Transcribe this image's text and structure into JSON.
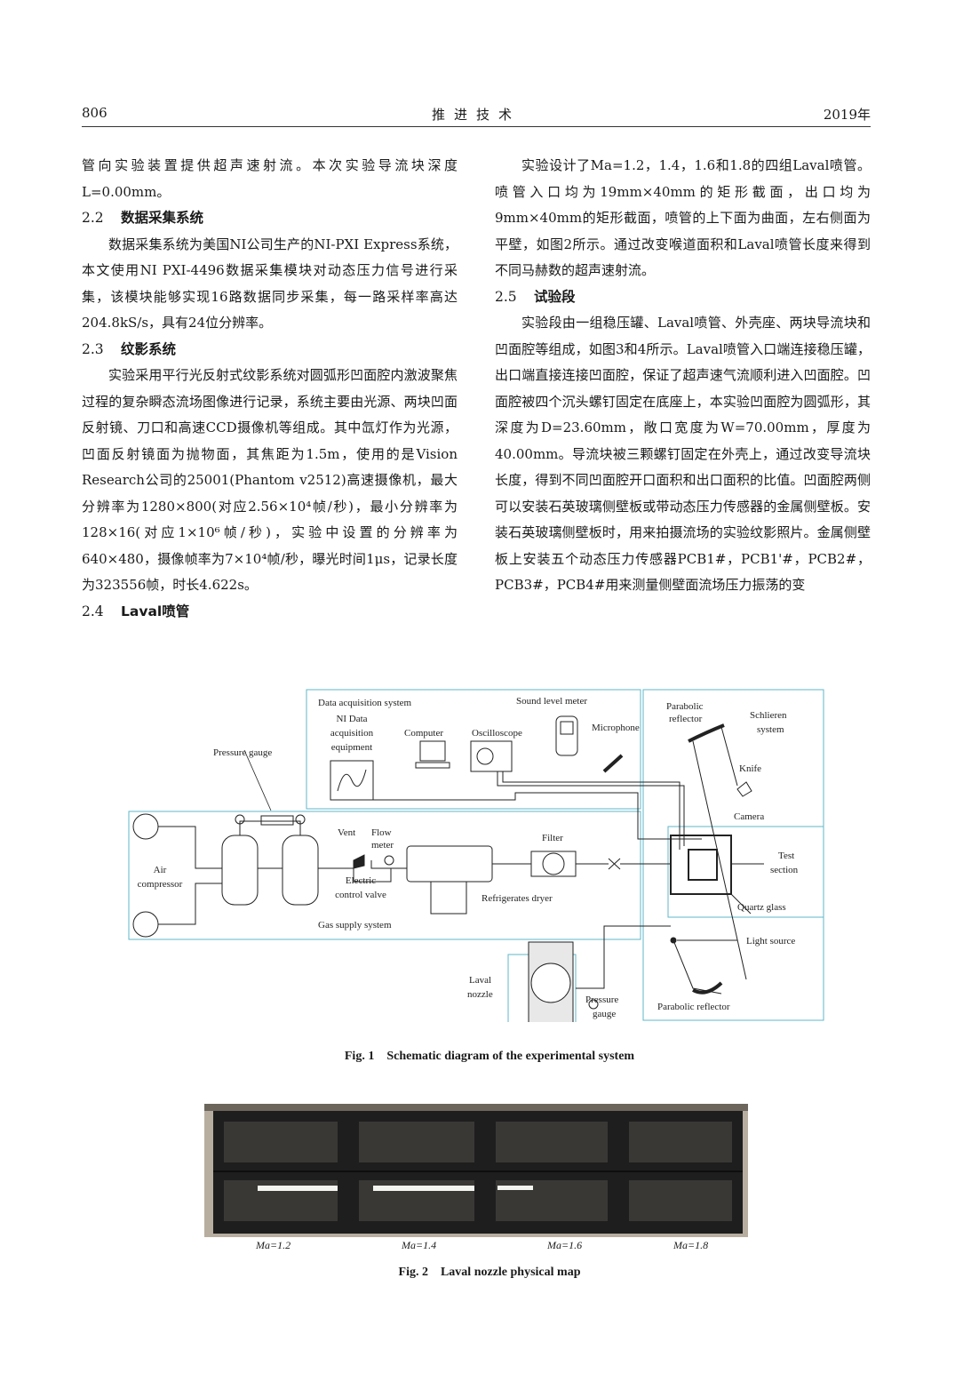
{
  "header": {
    "page_number": "806",
    "journal": "推进技术",
    "year": "2019年"
  },
  "left_column": {
    "p1": "管向实验装置提供超声速射流。本次实验导流块深度L=0.00mm。",
    "s22": {
      "num": "2.2",
      "title": "数据采集系统"
    },
    "p2": "数据采集系统为美国NI公司生产的NI-PXI Express系统，本文使用NI PXI-4496数据采集模块对动态压力信号进行采集，该模块能够实现16路数据同步采集，每一路采样率高达204.8kS/s，具有24位分辨率。",
    "s23": {
      "num": "2.3",
      "title": "纹影系统"
    },
    "p3": "实验采用平行光反射式纹影系统对圆弧形凹面腔内激波聚焦过程的复杂瞬态流场图像进行记录，系统主要由光源、两块凹面反射镜、刀口和高速CCD摄像机等组成。其中氙灯作为光源，凹面反射镜面为抛物面，其焦距为1.5m，使用的是Vision Research公司的25001(Phantom v2512)高速摄像机，最大分辨率为1280×800(对应2.56×10⁴帧/秒)，最小分辨率为128×16(对应1×10⁶帧/秒)，实验中设置的分辨率为640×480，摄像帧率为7×10⁴帧/秒，曝光时间1μs，记录长度为323556帧，时长4.622s。",
    "s24": {
      "num": "2.4",
      "title": "Laval喷管"
    }
  },
  "right_column": {
    "p1": "实验设计了Ma=1.2，1.4，1.6和1.8的四组Laval喷管。喷管入口均为19mm×40mm的矩形截面，出口均为9mm×40mm的矩形截面，喷管的上下面为曲面，左右侧面为平壁，如图2所示。通过改变喉道面积和Laval喷管长度来得到不同马赫数的超声速射流。",
    "s25": {
      "num": "2.5",
      "title": "试验段"
    },
    "p2": "实验段由一组稳压罐、Laval喷管、外壳座、两块导流块和凹面腔等组成，如图3和4所示。Laval喷管入口端连接稳压罐，出口端直接连接凹面腔，保证了超声速气流顺利进入凹面腔。凹面腔被四个沉头螺钉固定在底座上，本实验凹面腔为圆弧形，其深度为D=23.60mm，敞口宽度为W=70.00mm，厚度为40.00mm。导流块被三颗螺钉固定在外壳上，通过改变导流块长度，得到不同凹面腔开口面积和出口面积的比值。凹面腔两侧可以安装石英玻璃侧壁板或带动态压力传感器的金属侧壁板。安装石英玻璃侧壁板时，用来拍摄流场的实验纹影照片。金属侧壁板上安装五个动态压力传感器PCB1#，PCB1'#，PCB2#，PCB3#，PCB4#用来测量侧壁面流场压力振荡的变"
  },
  "figure1": {
    "labels": {
      "daq_system": "Data acquisition system",
      "ni_daq_1": "NI Data",
      "ni_daq_2": "acquisition",
      "ni_daq_3": "equipment",
      "computer": "Computer",
      "oscilloscope": "Oscilloscope",
      "sound_meter": "Sound level meter",
      "microphone": "Microphone",
      "pressure_gauge_top": "Pressure gauge",
      "air_1": "Air",
      "air_2": "compressor",
      "vent": "Vent",
      "flow_1": "Flow",
      "flow_2": "meter",
      "electric_1": "Electric",
      "electric_2": "control valve",
      "filter": "Filter",
      "dryer": "Refrigerates dryer",
      "gas_supply": "Gas supply system",
      "parabolic_top_1": "Parabolic",
      "parabolic_top_2": "reflector",
      "schlieren_1": "Schlieren",
      "schlieren_2": "system",
      "knife": "Knife",
      "camera": "Camera",
      "test_1": "Test",
      "test_2": "section",
      "quartz": "Quartz glass",
      "light": "Light source",
      "parabolic_bottom": "Parabolic reflector",
      "laval_1": "Laval",
      "laval_2": "nozzle",
      "pg_bottom_1": "Pressure",
      "pg_bottom_2": "gauge"
    },
    "caption_label": "Fig. 1",
    "caption_text": "Schematic diagram of the experimental system"
  },
  "figure2": {
    "nozzle_labels": [
      "Ma=1.2",
      "Ma=1.4",
      "Ma=1.6",
      "Ma=1.8"
    ],
    "caption_label": "Fig. 2",
    "caption_text": "Laval nozzle physical map"
  }
}
